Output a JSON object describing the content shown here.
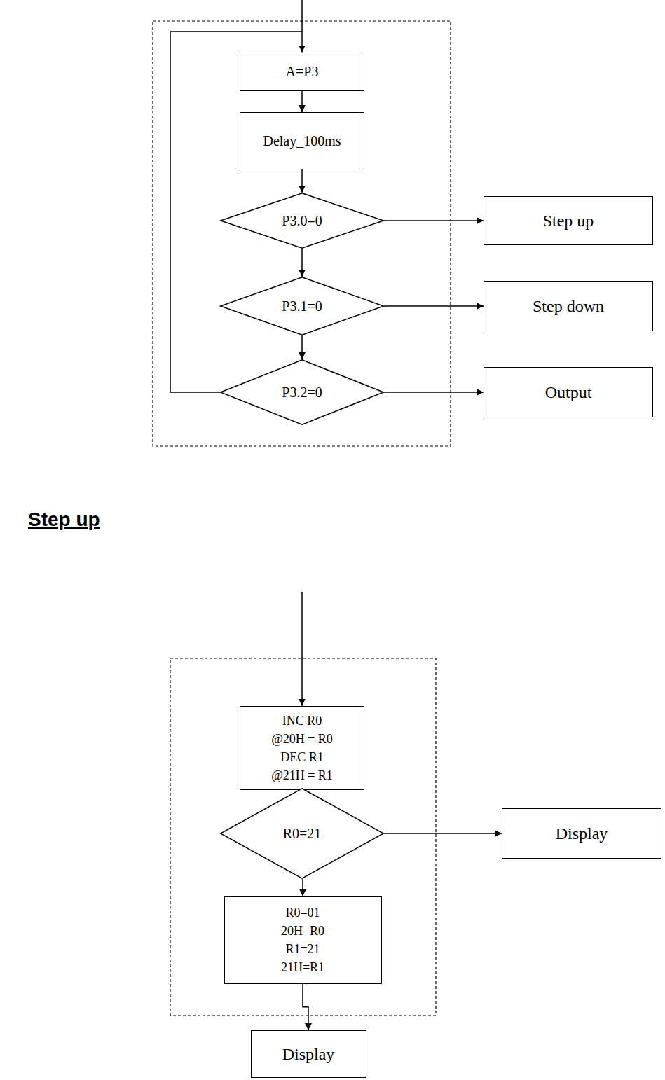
{
  "diagram": {
    "nodes": [
      {
        "text": [
          "A=P3"
        ]
      },
      {
        "text": [
          "Delay_100ms"
        ]
      },
      {
        "text": [
          "P3.0=0"
        ]
      },
      {
        "text": [
          "P3.1=0"
        ]
      },
      {
        "text": [
          "P3.2=0"
        ]
      },
      {
        "text": [
          "Step up"
        ]
      },
      {
        "text": [
          "Step down"
        ]
      },
      {
        "text": [
          "Output"
        ]
      },
      {
        "text": [
          "INC R0",
          "@20H = R0",
          "DEC R1",
          "@21H = R1"
        ]
      },
      {
        "text": [
          "R0=21"
        ]
      },
      {
        "text": [
          "Display"
        ]
      },
      {
        "text": [
          "R0=01",
          "20H=R0",
          "R1=21",
          "21H=R1"
        ]
      },
      {
        "text": [
          "Display"
        ]
      }
    ],
    "edges": [
      {
        "from": 0,
        "to": 1,
        "arrow": "to"
      },
      {
        "from": 1,
        "to": 2,
        "arrow": "to"
      },
      {
        "from": 2,
        "to": 3,
        "arrow": "to"
      },
      {
        "from": 3,
        "to": 4,
        "arrow": "to"
      },
      {
        "from": 2,
        "to": 5,
        "arrow": "to"
      },
      {
        "from": 3,
        "to": 6,
        "arrow": "to"
      },
      {
        "from": 4,
        "to": 7,
        "arrow": "to"
      },
      {
        "from": 4,
        "to": 0,
        "arrow": "to"
      },
      {
        "from": 8,
        "to": 9,
        "arrow": "to"
      },
      {
        "from": 9,
        "to": 10,
        "arrow": "to"
      },
      {
        "from": 9,
        "to": 11,
        "arrow": "to"
      },
      {
        "from": 11,
        "to": 12,
        "arrow": "to"
      }
    ],
    "labels": [
      "Step up"
    ]
  }
}
